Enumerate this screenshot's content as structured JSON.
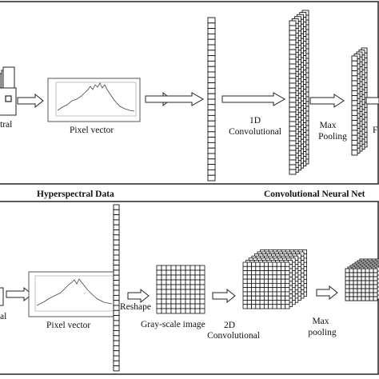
{
  "top_panel": {
    "left_cut_label": "tral",
    "pixel_vector_label": "Pixel vector",
    "conv_label_line1": "1D",
    "conv_label_line2": "Convolutional",
    "pool_label_line1": "Max",
    "pool_label_line2": "Pooling",
    "right_cut_label": "F"
  },
  "section_labels": {
    "left": "Hyperspectral Data",
    "right": "Convolutional Neural Net"
  },
  "bottom_panel": {
    "left_cut_label": "al",
    "pixel_vector_label": "Pixel vector",
    "reshape_label": "Reshape",
    "gray_label": "Gray-scale image",
    "conv_label_line1": "2D",
    "conv_label_line2": "Convolutional",
    "pool_label_line1": "Max",
    "pool_label_line2": "pooling"
  }
}
